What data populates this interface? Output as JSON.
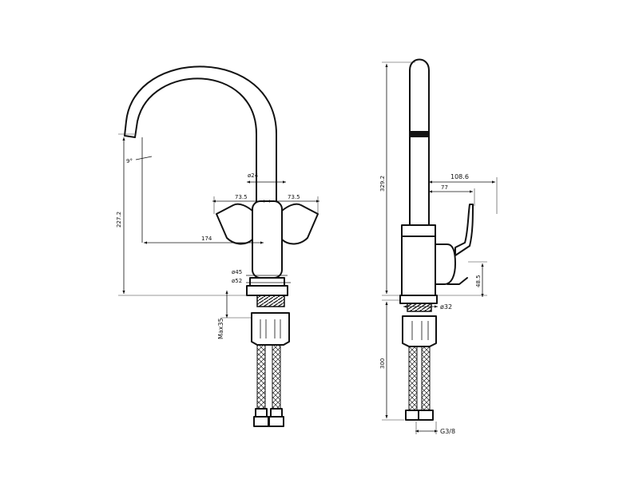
{
  "dimensions": {
    "front": {
      "d24": "ø24",
      "w73_left": "73.5",
      "w73_right": "73.5",
      "reach174": "174",
      "h227": "227.2",
      "angle9": "9°",
      "d45": "ø45",
      "d52": "ø52",
      "max35": "Max35"
    },
    "side": {
      "h329": "329.2",
      "w108": "108.6",
      "w77": "77",
      "h48": "48.5",
      "d32": "ø32",
      "h300": "300",
      "g38": "G3/8"
    }
  },
  "colors": {
    "line": "#111111",
    "paper": "#ffffff"
  }
}
